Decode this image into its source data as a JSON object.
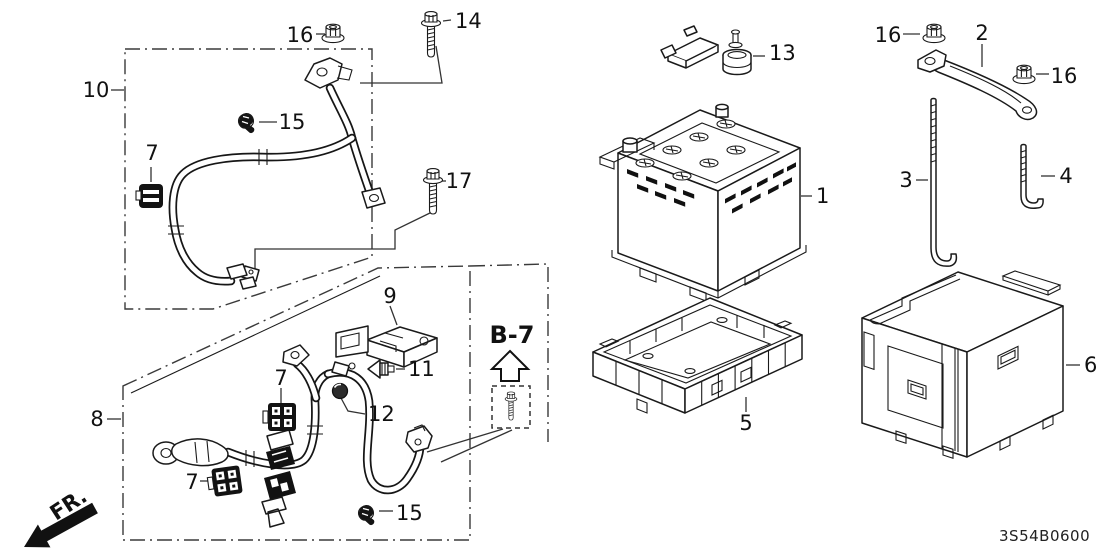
{
  "diagram": {
    "drawing_code": "3S54B0600",
    "section_ref": "B-7",
    "front_label": "FR.",
    "line_color": "#1a1a1a",
    "background_color": "#ffffff"
  },
  "callouts": {
    "ground_cable_assy": "10",
    "nut_top_left": "16",
    "bolt_washer_a": "14",
    "clip_upper": "15",
    "grommet_upper": "7",
    "bolt_washer_b": "17",
    "battery_terminal": "13",
    "battery": "1",
    "nut_plate_left": "16",
    "hold_down_plate": "2",
    "nut_plate_right": "16",
    "rod_long": "3",
    "rod_short": "4",
    "battery_sensor": "9",
    "wing_clip": "11",
    "sensor_nut": "12",
    "connector_mid": "7",
    "connector_low": "7",
    "clip_lower": "15",
    "cable_assy": "8",
    "battery_tray": "5",
    "battery_box": "6"
  }
}
